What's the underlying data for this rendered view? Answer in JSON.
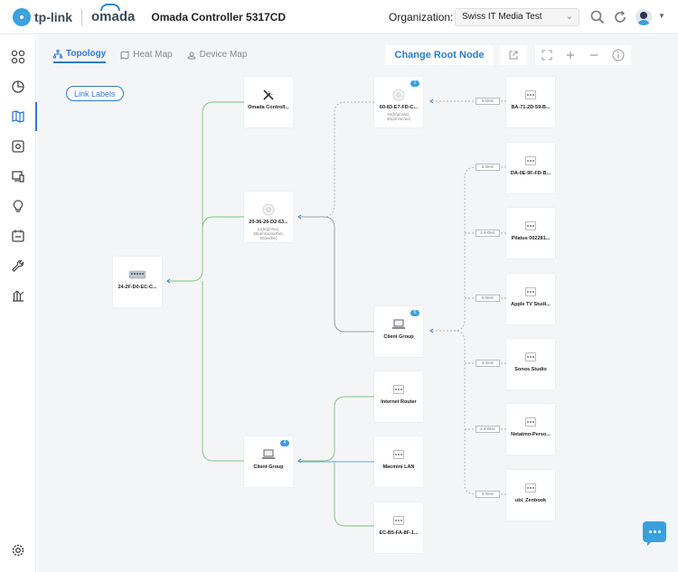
{
  "header": {
    "brand_tplink": "tp-link",
    "brand_omada": "omada",
    "app_title": "Omada Controller  5317CD",
    "org_label": "Organization:",
    "org_value": "Swiss IT Media Test"
  },
  "tabs": [
    {
      "label": "Topology",
      "active": true
    },
    {
      "label": "Heat Map",
      "active": false
    },
    {
      "label": "Device Map",
      "active": false
    }
  ],
  "toolbar": {
    "change_root": "Change Root Node"
  },
  "link_labels": "Link Labels",
  "nodes": {
    "omada_ctrl": {
      "label": "Omada Controll..."
    },
    "ap_main": {
      "label": "20-36-26-D2-63...",
      "sub": "11(b/g/n/ax), 36(a/n/ac/ax/be), 60(ax/be)"
    },
    "ap_top": {
      "label": "60-83-E7-FD-C...",
      "sub": "60(b/g/n/ax), 36(a/n/ac/ax)",
      "badge": "1"
    },
    "gateway": {
      "label": "24-2F-D0-EC-C..."
    },
    "client_group_1": {
      "label": "Client Group",
      "badge": "6"
    },
    "client_group_2": {
      "label": "Client Group",
      "badge": "4"
    },
    "c_ba71": {
      "label": "BA-71-2D-59-B..."
    },
    "c_da0e": {
      "label": "DA-0E-9F-FD-B..."
    },
    "c_pilatus": {
      "label": "Pilatus 002281..."
    },
    "c_appletv": {
      "label": "Apple TV Studi..."
    },
    "c_sonos": {
      "label": "Sonos Studio"
    },
    "c_netatmo": {
      "label": "Netatmo-Perso..."
    },
    "c_zenbook": {
      "label": "ubi_Zenbook"
    },
    "c_router": {
      "label": "Internet Router"
    },
    "c_macmini": {
      "label": "Macmini LAN"
    },
    "c_ecb5": {
      "label": "EC-B5-FA-8F-1..."
    }
  },
  "chips": {
    "ba71": "5 GHz",
    "da0e": "6 GHz",
    "pilatus": "2.4 GHz",
    "appletv": "5 GHz",
    "sonos": "5 GHz",
    "netatmo": "2.4 GHz",
    "zenbook": "5 GHz"
  },
  "colors": {
    "accent": "#2f7bd2",
    "link_wired_green": "#7cc47c",
    "link_blue": "#6aa6e0",
    "link_wireless": "#aaaaaa"
  }
}
